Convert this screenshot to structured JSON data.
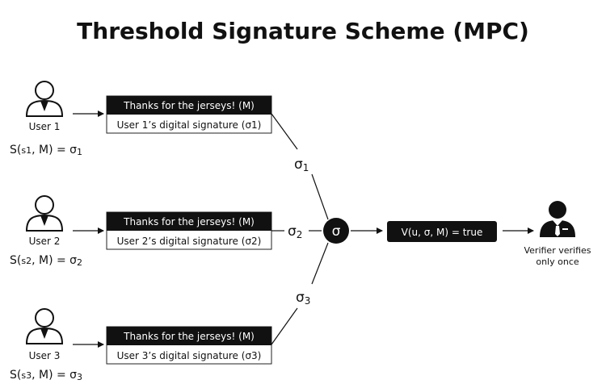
{
  "title": "Threshold Signature Scheme (MPC)",
  "users": [
    {
      "label": "User 1",
      "message": "Thanks for the jerseys! (M)",
      "signature": "User 1’s digital signature (σ1)",
      "formula": {
        "prefix": "S(",
        "key": "s1",
        "rest": ", M) = σ",
        "sub": "1"
      }
    },
    {
      "label": "User 2",
      "message": "Thanks for the jerseys! (M)",
      "signature": "User 2’s digital signature (σ2)",
      "formula": {
        "prefix": "S(",
        "key": "s2",
        "rest": ", M) = σ",
        "sub": "2"
      }
    },
    {
      "label": "User 3",
      "message": "Thanks for the jerseys! (M)",
      "signature": "User 3’s digital signature (σ3)",
      "formula": {
        "prefix": "S(",
        "key": "s3",
        "rest": ", M) = σ",
        "sub": "3"
      }
    }
  ],
  "edges": [
    {
      "symbol": "σ",
      "sub": "1"
    },
    {
      "symbol": "σ",
      "sub": "2"
    },
    {
      "symbol": "σ",
      "sub": "3"
    }
  ],
  "aggregate": {
    "symbol": "σ"
  },
  "verification": {
    "text": "V(u, σ, M) = true"
  },
  "verifier": {
    "caption_line1": "Verifier verifies",
    "caption_line2": "only once"
  },
  "colors": {
    "dark": "#111111",
    "box_border": "#222222",
    "background": "#ffffff"
  },
  "icons": {
    "user": "user-icon",
    "verifier": "verifier-icon"
  }
}
